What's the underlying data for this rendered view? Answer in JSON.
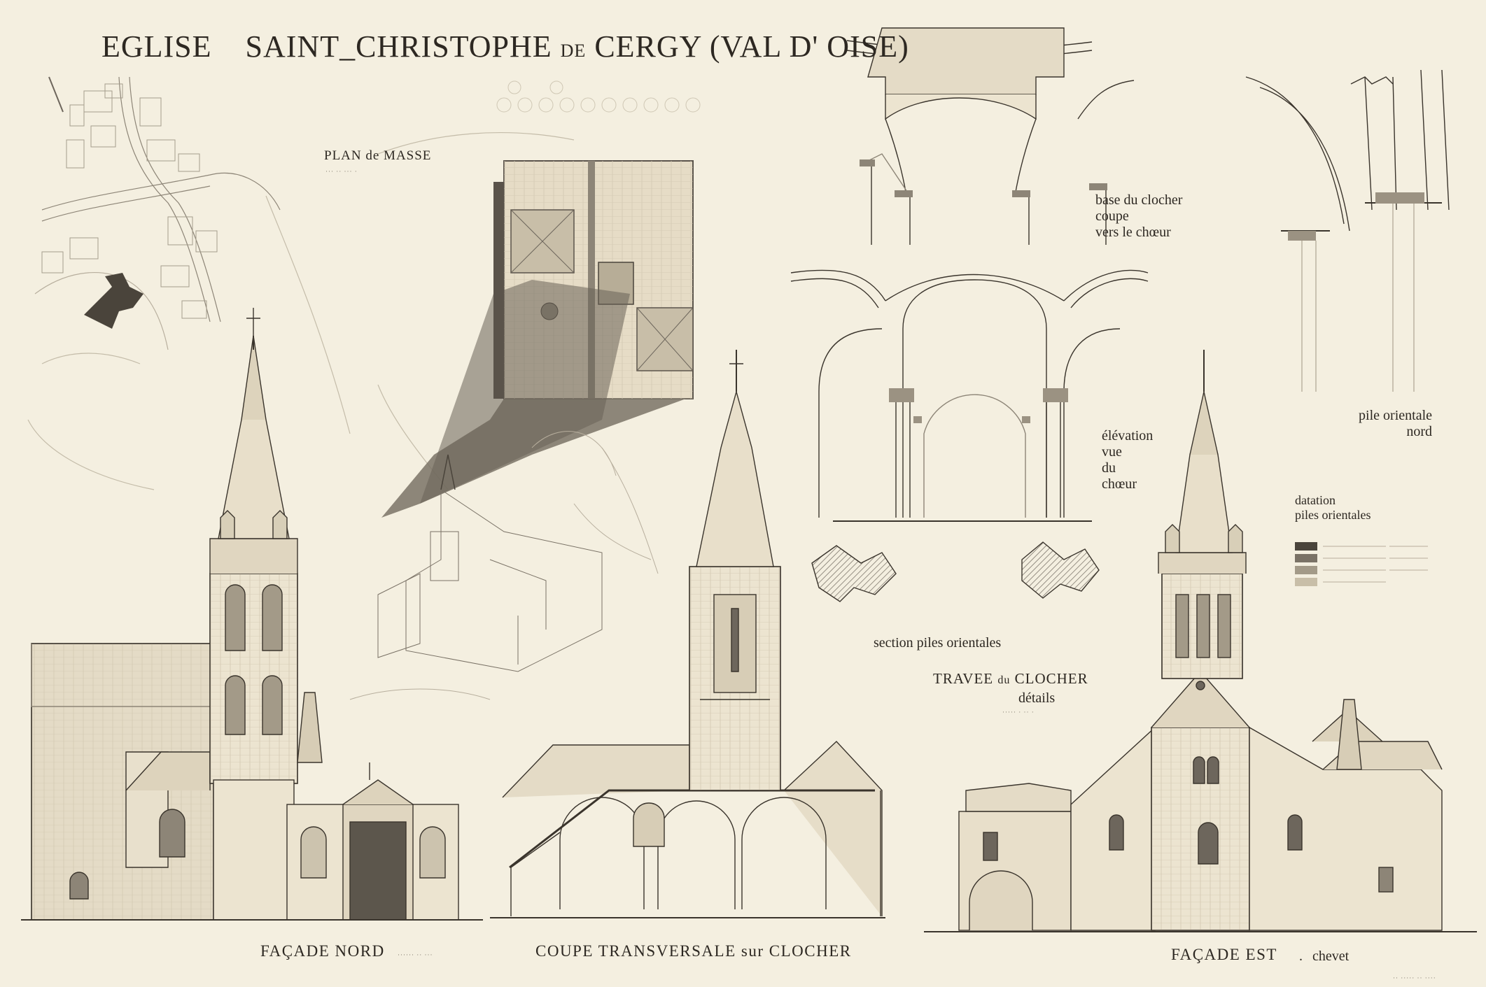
{
  "title": {
    "part1": "EGLISE",
    "part2": "SAINT_CHRISTOPHE",
    "part3": "DE",
    "part4": "CERGY (VAL D' OISE)"
  },
  "labels": {
    "plan_masse": "PLAN de MASSE",
    "base_clocher_1": "base du clocher",
    "base_clocher_2": "coupe",
    "base_clocher_3": "vers le chœur",
    "elevation_1": "élévation",
    "elevation_2": "vue",
    "elevation_3": "du",
    "elevation_4": "chœur",
    "pile_orientale_1": "pile orientale",
    "pile_orientale_2": "nord",
    "datation_1": "datation",
    "datation_2": "piles orientales",
    "section_piles": "section piles orientales",
    "travee_1": "TRAVEE",
    "travee_2": "du",
    "travee_3": "CLOCHER",
    "details": "détails",
    "facade_nord": "FAÇADE   NORD",
    "coupe": "COUPE  TRANSVERSALE  sur  CLOCHER",
    "facade_est": "FAÇADE   EST",
    "chevet": "chevet"
  },
  "colors": {
    "paper": "#f4efe0",
    "ink": "#3a342c",
    "ink_light": "#8d8577",
    "shade": "#6d665c",
    "wash": "#e2d9c4"
  }
}
